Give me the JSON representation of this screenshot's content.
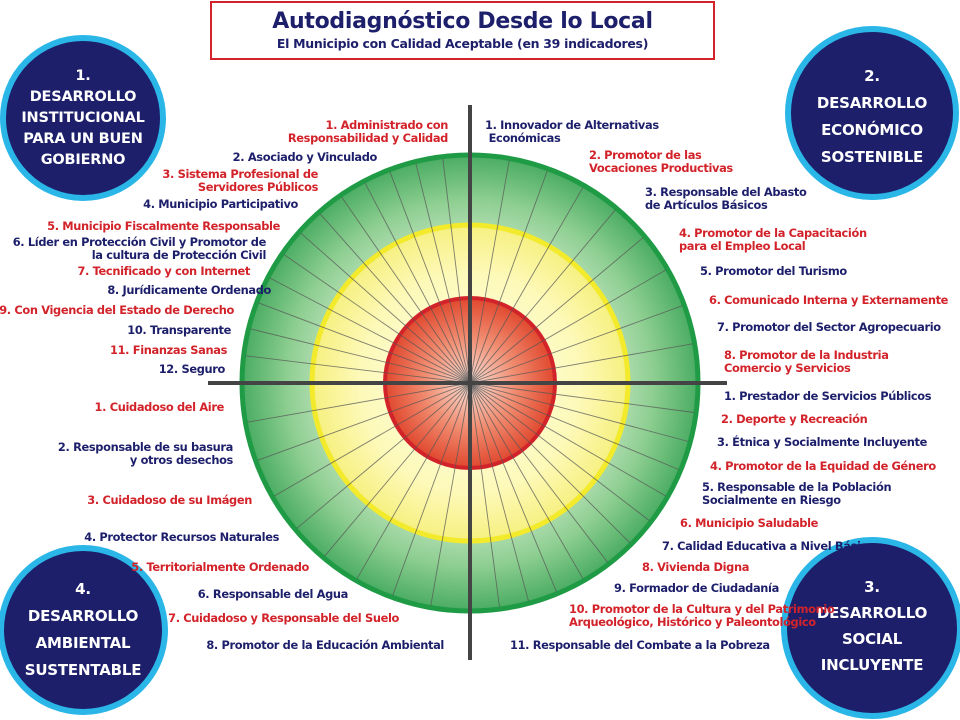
{
  "title": "Autodiagnóstico Desde lo Local",
  "subtitle": "El Municipio con Calidad Aceptable  (en 39 indicadores)",
  "colors": {
    "navy": "#1d1f6b",
    "red": "#d3232a",
    "green": "#1f9b45",
    "yellow": "#f2ea2a",
    "cyan": "#2bb6e8"
  },
  "sections": {
    "s1": "1.\nDESARROLLO\nINSTITUCIONAL\nPARA UN BUEN\nGOBIERNO",
    "s2": "2.\nDESARROLLO\nECONÓMICO\nSOSTENIBLE",
    "s3": "3.\nDESARROLLO\nSOCIAL\nINCLUYENTE",
    "s4": "4.\nDESARROLLO\nAMBIENTAL\nSUSTENTABLE"
  },
  "institucional": [
    "1. Administrado con\nResponsabilidad y Calidad",
    "2. Asociado y Vinculado",
    "3. Sistema Profesional de\nServidores Públicos",
    "4. Municipio Participativo",
    "5. Municipio Fiscalmente Responsable",
    "6. Líder en Protección Civil y Promotor de\nla cultura de Protección Civil",
    "7. Tecnificado y con Internet",
    "8. Jurídicamente Ordenado",
    "9. Con Vigencia del Estado de Derecho",
    "10. Transparente",
    "11. Finanzas Sanas",
    "12. Seguro"
  ],
  "economico": [
    "1. Innovador de Alternativas\n Económicas",
    "2. Promotor de las\nVocaciones Productivas",
    "3. Responsable del Abasto\nde Artículos Básicos",
    "4. Promotor de la Capacitación\npara el Empleo Local",
    "5. Promotor del Turismo",
    "6. Comunicado Interna y Externamente",
    "7. Promotor del Sector Agropecuario",
    "8. Promotor de la Industria\nComercio y Servicios"
  ],
  "social": [
    "1. Prestador de Servicios Públicos",
    "2. Deporte y Recreación",
    "3. Étnica y Socialmente Incluyente",
    "4. Promotor de la Equidad de Género",
    "5. Responsable de la Población\nSocialmente en Riesgo",
    "6. Municipio Saludable",
    "7. Calidad Educativa a Nivel Básico",
    "8. Vivienda Digna",
    "9. Formador de Ciudadanía",
    "10. Promotor de la Cultura y del Patrimonio\nArqueológico, Histórico y Paleontológico",
    "11. Responsable del Combate a la Pobreza"
  ],
  "ambiental": [
    "1. Cuidadoso del Aire",
    "2. Responsable de su basura\ny otros desechos",
    "3. Cuidadoso de su Imágen",
    "4. Protector Recursos Naturales",
    "5. Territorialmente Ordenado",
    "6. Responsable del Agua",
    "7. Cuidadoso y Responsable del Suelo",
    "8. Promotor de la Educación Ambiental"
  ]
}
